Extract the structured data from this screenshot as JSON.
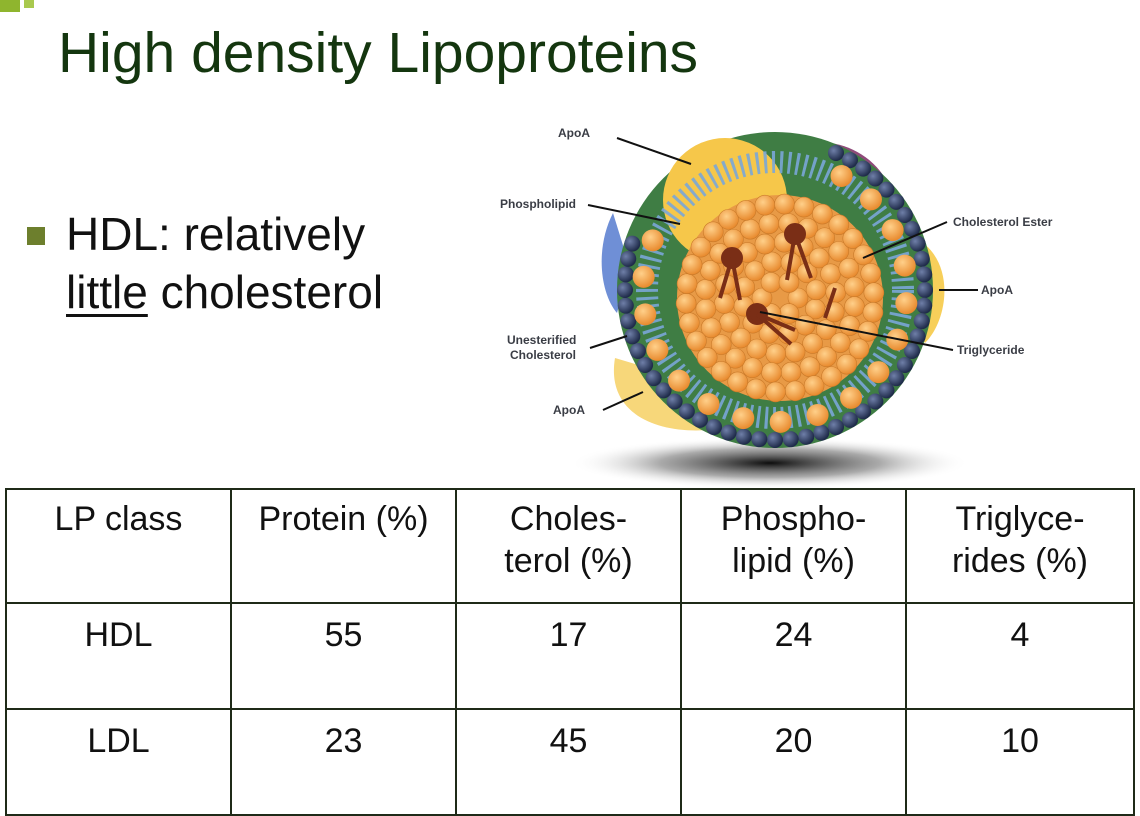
{
  "slide": {
    "title": "High density Lipoproteins",
    "bullet": {
      "prefix": "HDL: relatively",
      "emphasis": "little",
      "suffix": " cholesterol"
    }
  },
  "diagram": {
    "labels": {
      "apoa_top": "ApoA",
      "phospholipid": "Phospholipid",
      "cholesterol_ester": "Cholesterol Ester",
      "apoa_right": "ApoA",
      "triglyceride": "Triglyceride",
      "unesterified_1": "Unesterified",
      "unesterified_2": "Cholesterol",
      "apoa_bottom": "ApoA"
    },
    "colors": {
      "apoa_yellow": "#f6c74a",
      "phospholipid_head": "#2f3f6a",
      "core_orange": "#f2a44e",
      "shell_green": "#3f7d44",
      "triglyceride_brown": "#7a2e16"
    }
  },
  "table": {
    "headers": [
      [
        "LP class"
      ],
      [
        "Protein (%)"
      ],
      [
        "Choles-",
        "terol (%)"
      ],
      [
        "Phospho-",
        "lipid (%)"
      ],
      [
        "Triglyce-",
        "rides (%)"
      ]
    ],
    "rows": [
      [
        "HDL",
        "55",
        "17",
        "24",
        "4"
      ],
      [
        "LDL",
        "23",
        "45",
        "20",
        "10"
      ]
    ]
  }
}
